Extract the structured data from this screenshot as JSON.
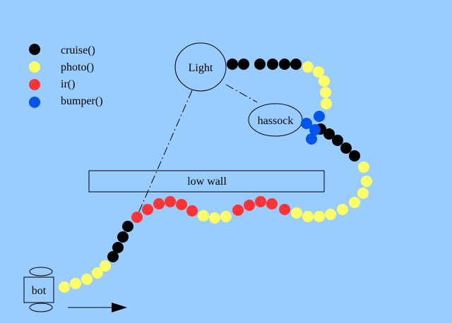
{
  "colors": {
    "background": "#99ccff",
    "cruise": "#000000",
    "photo": "#ffff66",
    "ir": "#ff3333",
    "bumper": "#0055ee",
    "stroke": "#000000"
  },
  "legend": [
    {
      "label": "cruise()",
      "behavior": "cruise"
    },
    {
      "label": "photo()",
      "behavior": "photo"
    },
    {
      "label": "ir()",
      "behavior": "ir"
    },
    {
      "label": "bumper()",
      "behavior": "bumper"
    }
  ],
  "objects": {
    "light_label": "Light",
    "hassock_label": "hassock",
    "wall_label": "low wall",
    "bot_label": "bot"
  }
}
